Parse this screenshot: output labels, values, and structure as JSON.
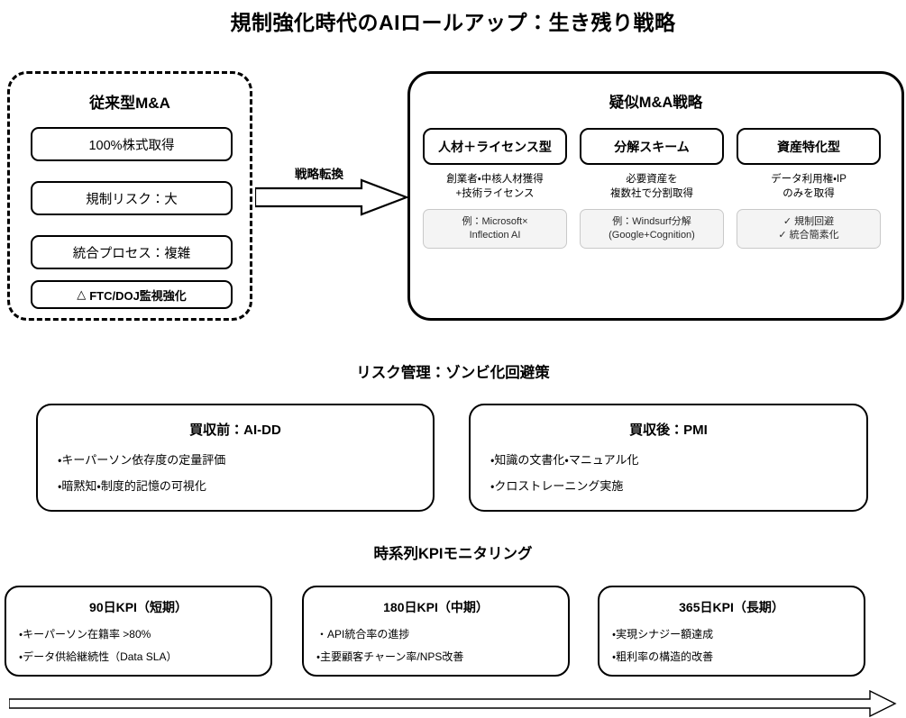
{
  "title": "規制強化時代のAIロールアップ：生き残り戦略",
  "traditional": {
    "title": "従来型M&A",
    "items": [
      {
        "label": "100%株式取得"
      },
      {
        "label": "規制リスク：大"
      },
      {
        "label": "統合プロセス：複雑"
      },
      {
        "icon": "warning-triangle-icon",
        "glyph": "△",
        "label": "FTC/DOJ監視強化"
      }
    ]
  },
  "transition": {
    "label": "戦略転換",
    "icon": "right-block-arrow-icon"
  },
  "quasi": {
    "title": "疑似M&A戦略",
    "columns": [
      {
        "head": "人材＋ライセンス型",
        "desc": "創業者・中核人材獲得\n+技術ライセンス",
        "example": "例：Microsoft×\nInflection AI"
      },
      {
        "head": "分解スキーム",
        "desc": "必要資産を\n複数社で分割取得",
        "example": "例：Windsurf分解\n(Google+Cognition)"
      },
      {
        "head": "資産特化型",
        "desc": "データ利用権・IP\nのみを取得",
        "example": "✓ 規制回避\n✓ 統合簡素化"
      }
    ]
  },
  "risk": {
    "heading": "リスク管理：ゾンビ化回避策",
    "cards": [
      {
        "title": "買収前：AI-DD",
        "bullets": [
          "・キーパーソン依存度の定量評価",
          "・暗黙知・制度的記憶の可視化"
        ]
      },
      {
        "title": "買収後：PMI",
        "bullets": [
          "・知識の文書化・マニュアル化",
          "・クロストレーニング実施"
        ]
      }
    ]
  },
  "kpi": {
    "heading": "時系列KPIモニタリング",
    "cards": [
      {
        "title": "90日KPI（短期）",
        "bullets": [
          "・キーパーソン在籍率 >80%",
          "・データ供給継続性（Data SLA）"
        ]
      },
      {
        "title": "180日KPI（中期）",
        "bullets": [
          "・API統合率の進捗",
          "・主要顧客チャーン率/NPS改善"
        ]
      },
      {
        "title": "365日KPI（長期）",
        "bullets": [
          "・実現シナジー額達成",
          "・粗利率の構造的改善"
        ]
      }
    ]
  },
  "timeline": {
    "icon": "long-right-arrow-icon"
  },
  "colors": {
    "stroke": "#000000",
    "background": "#ffffff",
    "example_fill": "#f4f4f4",
    "example_border": "#c9c9c9"
  }
}
